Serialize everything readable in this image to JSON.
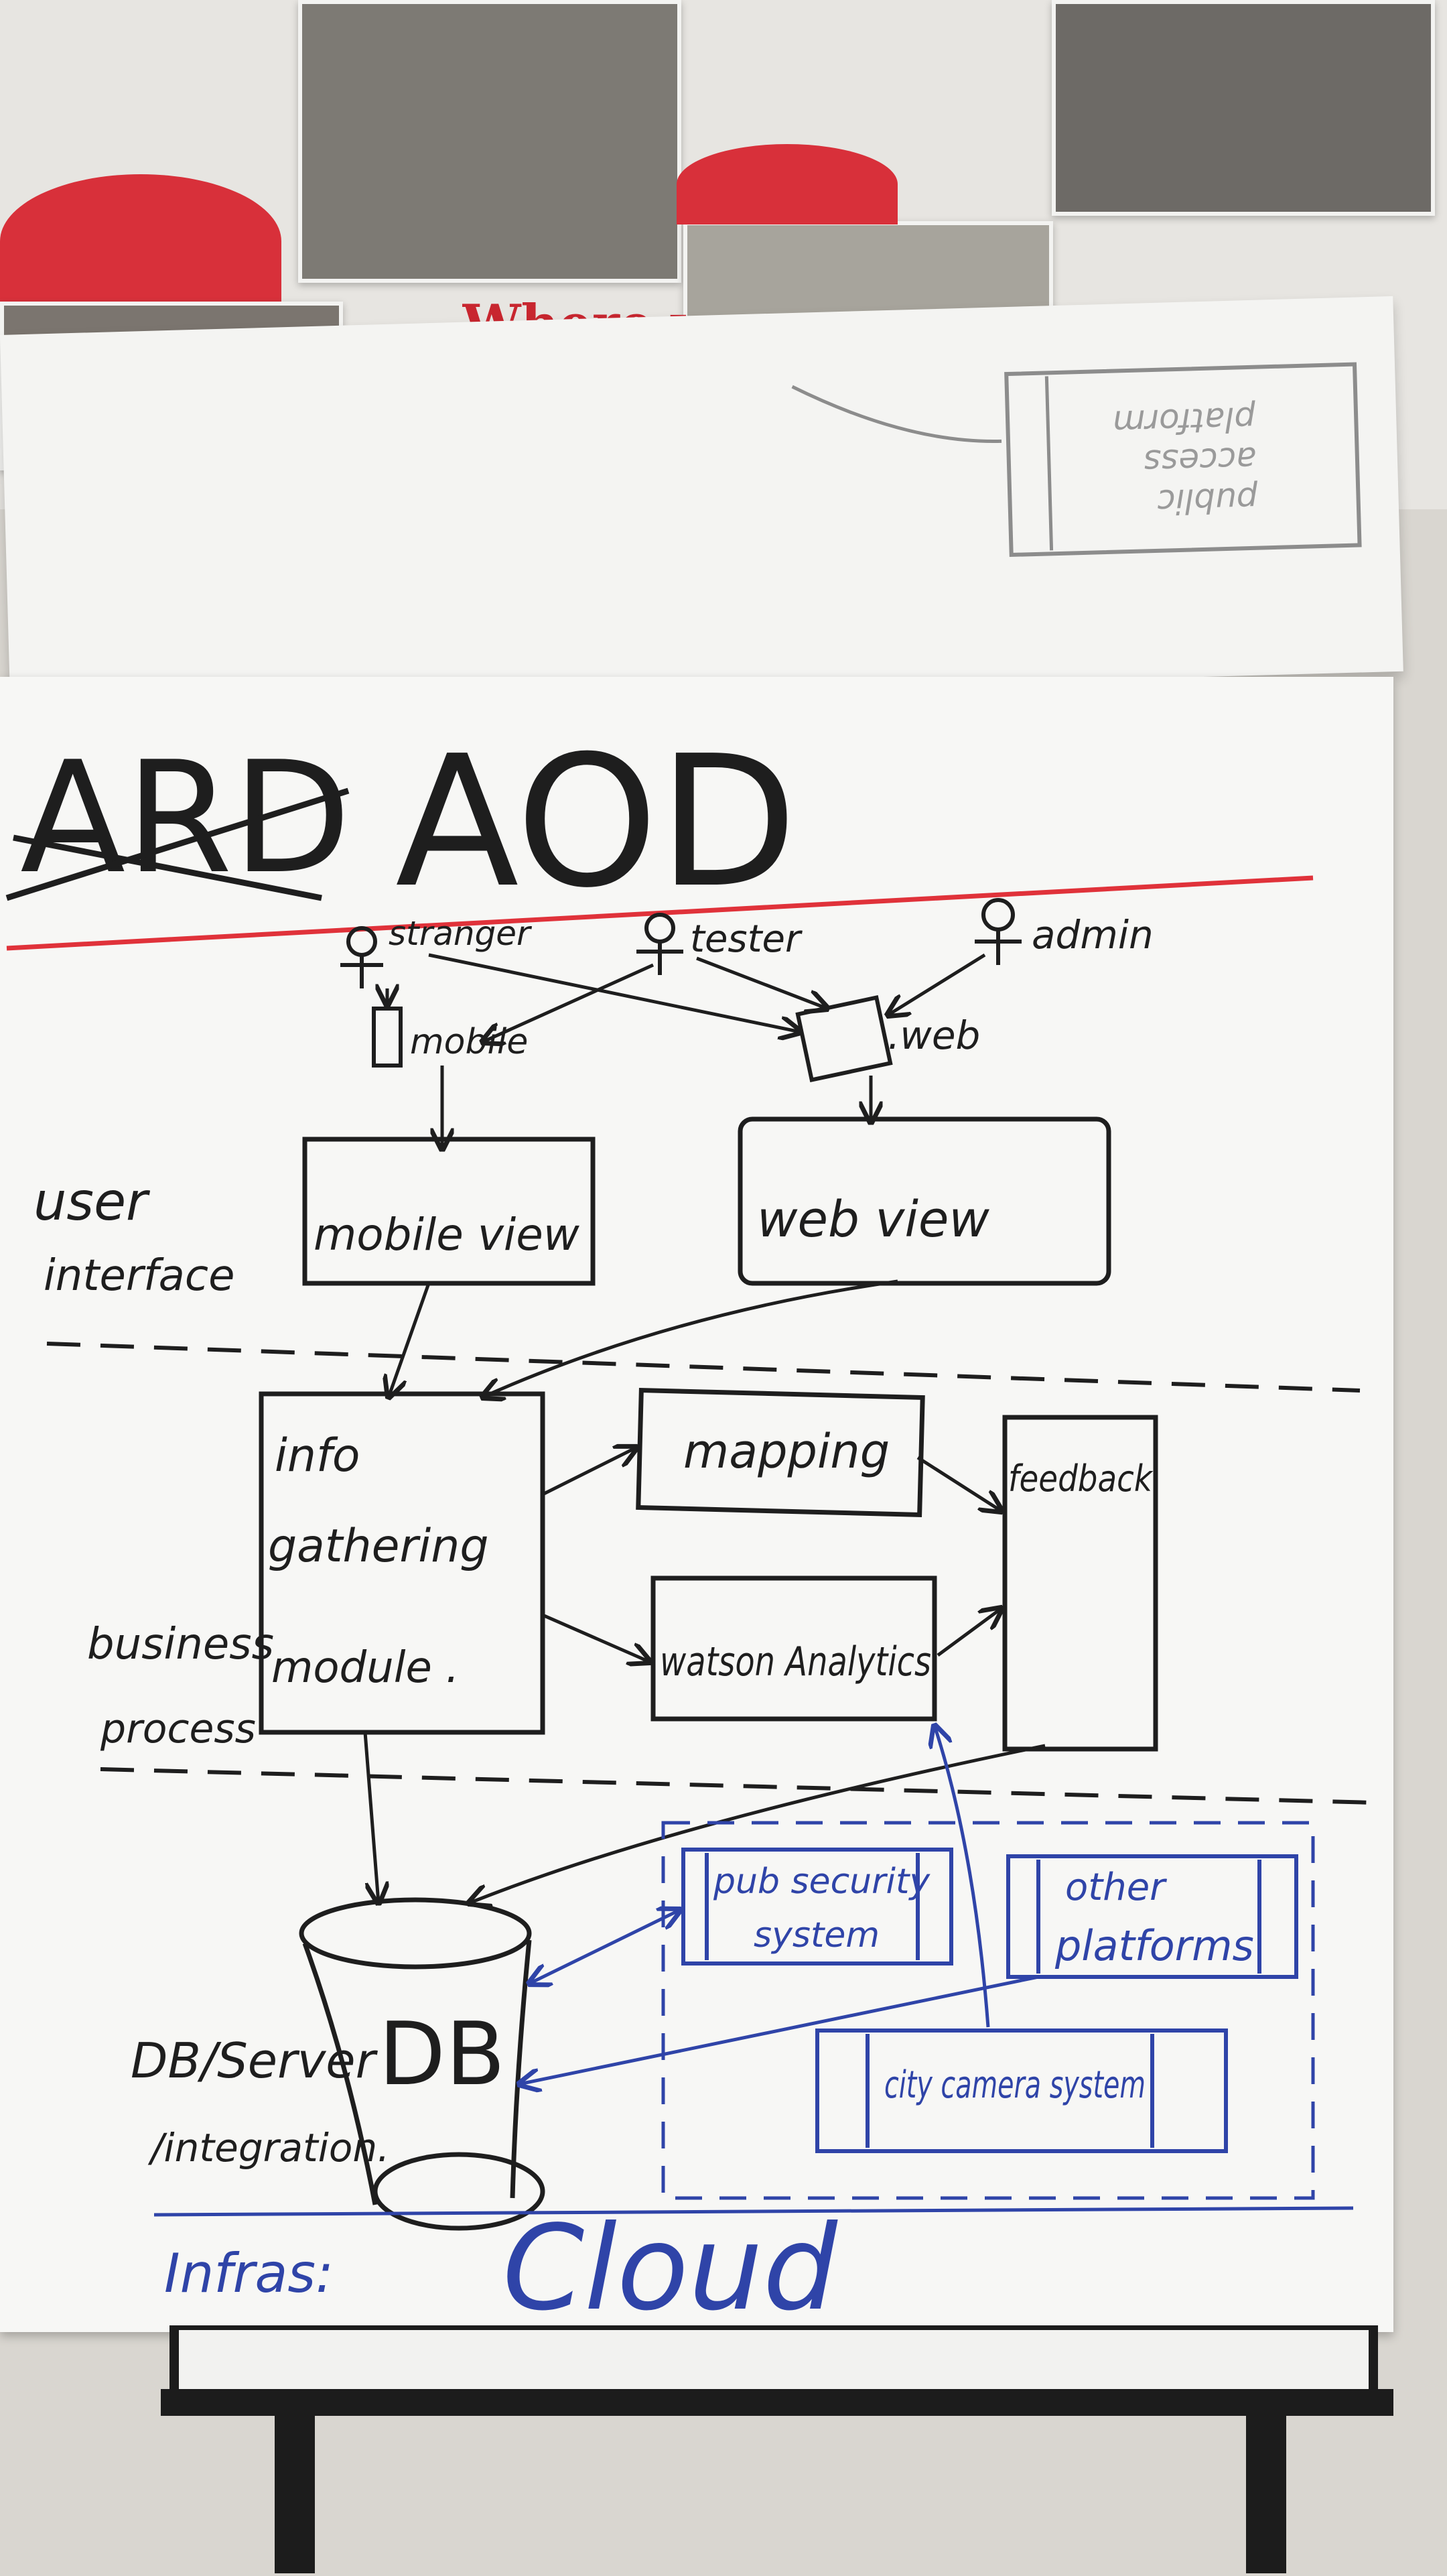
{
  "poster": {
    "slogan": "Where yo\ndream t"
  },
  "back_sheet": {
    "lines": [
      "platform",
      "access",
      "public"
    ]
  },
  "title": {
    "struck": "ARD",
    "main": "AOD"
  },
  "actors": {
    "stranger": "stranger",
    "tester": "tester",
    "admin": "admin"
  },
  "devices": {
    "mobile": "mobile",
    "web": ".web"
  },
  "layers": {
    "ui": [
      "user",
      "interface"
    ],
    "bp": [
      "business",
      "process"
    ],
    "db": [
      "DB/Server",
      "/integration."
    ],
    "infra": "Infras:"
  },
  "boxes": {
    "mobile_view": "mobile view",
    "web_view": "web view",
    "info_gathering": [
      "info",
      "gathering",
      "module ."
    ],
    "mapping": "mapping",
    "watson": "watson Analytics",
    "feedback": "feedback",
    "db": "DB",
    "pub_security": [
      "pub security",
      "system"
    ],
    "other_platforms": [
      "other",
      "platforms"
    ],
    "city_camera": "city camera system"
  },
  "cloud": "Cloud",
  "colors": {
    "ink": "#1e1e1e",
    "blue_ink": "#2f44a8",
    "red_line": "#e0323a",
    "paper": "#f7f7f5"
  }
}
